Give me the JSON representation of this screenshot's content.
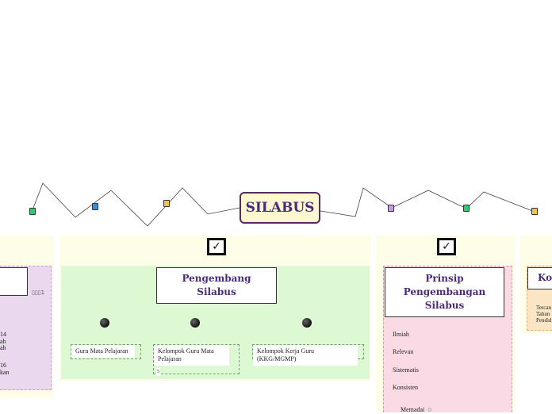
{
  "central_topic": "SILABUS",
  "markers": [
    {
      "name": "green-marker-icon",
      "color": "#2ecc71"
    },
    {
      "name": "blue-marker-icon",
      "color": "#3a8fd8"
    },
    {
      "name": "yellow-marker-icon",
      "color": "#f2c14e"
    },
    {
      "name": "purple-marker-icon",
      "color": "#c39be0"
    },
    {
      "name": "green-marker-icon",
      "color": "#2ecc71"
    },
    {
      "name": "yellow-marker-icon",
      "color": "#f2c14e"
    }
  ],
  "left_panel": {
    "count_badge": "1",
    "fragments": [
      "14",
      "ah",
      "ah",
      "16",
      "kan"
    ]
  },
  "pengembang": {
    "title": "Pengembang Silabus",
    "children": [
      {
        "label": "Guru Mata Pelajaran"
      },
      {
        "label": "Kelompok Guru Mata Pelajaran",
        "badge": "5"
      },
      {
        "label": "Kelompok Kerja Guru (KKG/MGMP)"
      }
    ]
  },
  "prinsip": {
    "title": "Prinsip Pengembangan Silabus",
    "items": [
      "Ilmiah",
      "Relevan",
      "Sistematis",
      "Konsisten",
      "Memadai"
    ]
  },
  "right_panel": {
    "title": "Ko",
    "lines": [
      "Tercan",
      "Tahun",
      "Pendid"
    ]
  },
  "colors": {
    "accent": "#4a2a7a",
    "central_fill": "#fdf8d0",
    "panel_bg": "#fdfde8",
    "green_bg": "#ddf9d4",
    "pink_bg": "#fadbe5",
    "purple_bg": "#ead8ef",
    "orange_bg": "#fae5c4"
  }
}
